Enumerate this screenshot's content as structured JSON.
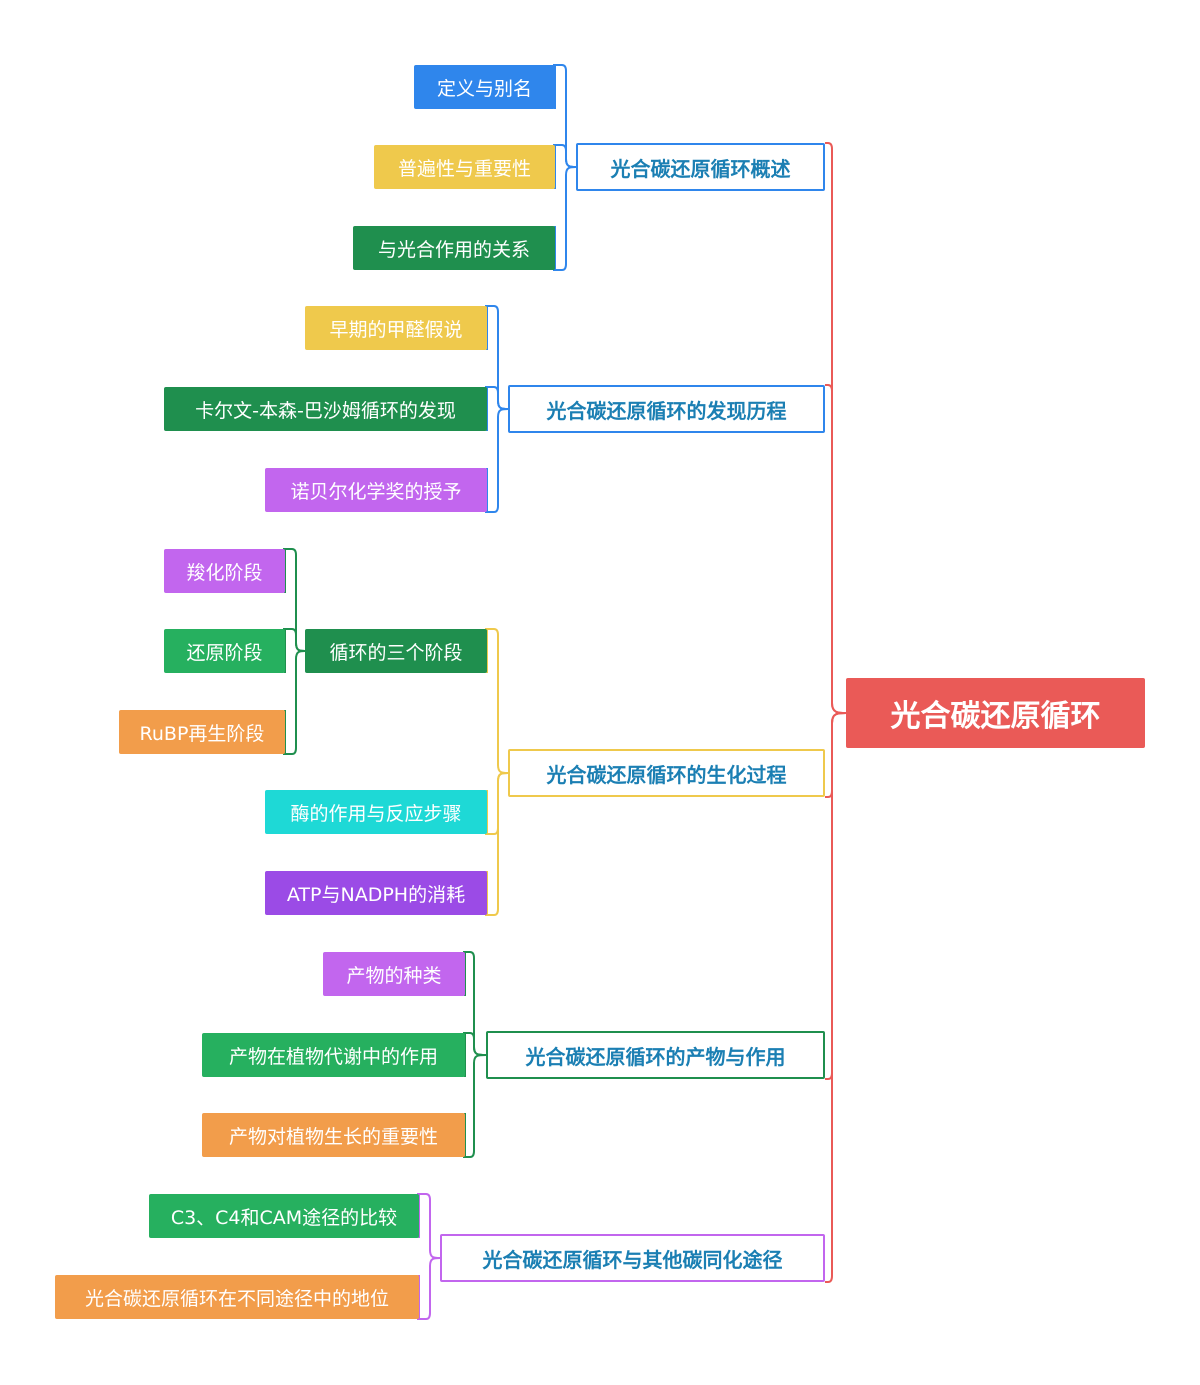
{
  "colors": {
    "root": "#ea5a57",
    "blue": "#2f86ec",
    "yellow": "#efc94c",
    "darkgreen": "#1f8f4e",
    "purple": "#c266ee",
    "green": "#26b05f",
    "orange": "#f29d4b",
    "cyan": "#1ed9d6",
    "violet": "#9b4be6",
    "branch_text": "#1b7fb3"
  },
  "root": {
    "label": "光合碳还原循环"
  },
  "branches": [
    {
      "label": "光合碳还原循环概述",
      "color": "#2f86ec",
      "children": [
        {
          "label": "定义与别名",
          "color": "#2f86ec"
        },
        {
          "label": "普遍性与重要性",
          "color": "#efc94c"
        },
        {
          "label": "与光合作用的关系",
          "color": "#1f8f4e"
        }
      ]
    },
    {
      "label": "光合碳还原循环的发现历程",
      "color": "#2f86ec",
      "children": [
        {
          "label": "早期的甲醛假说",
          "color": "#efc94c"
        },
        {
          "label": "卡尔文-本森-巴沙姆循环的发现",
          "color": "#1f8f4e"
        },
        {
          "label": "诺贝尔化学奖的授予",
          "color": "#c266ee"
        }
      ]
    },
    {
      "label": "光合碳还原循环的生化过程",
      "color": "#efc94c",
      "children": [
        {
          "label": "循环的三个阶段",
          "color": "#1f8f4e",
          "children": [
            {
              "label": "羧化阶段",
              "color": "#c266ee"
            },
            {
              "label": "还原阶段",
              "color": "#26b05f"
            },
            {
              "label": "RuBP再生阶段",
              "color": "#f29d4b"
            }
          ]
        },
        {
          "label": "酶的作用与反应步骤",
          "color": "#1ed9d6"
        },
        {
          "label": "ATP与NADPH的消耗",
          "color": "#9b4be6"
        }
      ]
    },
    {
      "label": "光合碳还原循环的产物与作用",
      "color": "#1f8f4e",
      "children": [
        {
          "label": "产物的种类",
          "color": "#c266ee"
        },
        {
          "label": "产物在植物代谢中的作用",
          "color": "#26b05f"
        },
        {
          "label": "产物对植物生长的重要性",
          "color": "#f29d4b"
        }
      ]
    },
    {
      "label": "光合碳还原循环与其他碳同化途径",
      "color": "#c266ee",
      "children": [
        {
          "label": "C3、C4和CAM途径的比较",
          "color": "#26b05f"
        },
        {
          "label": "光合碳还原循环在不同途径中的地位",
          "color": "#f29d4b"
        }
      ]
    }
  ]
}
